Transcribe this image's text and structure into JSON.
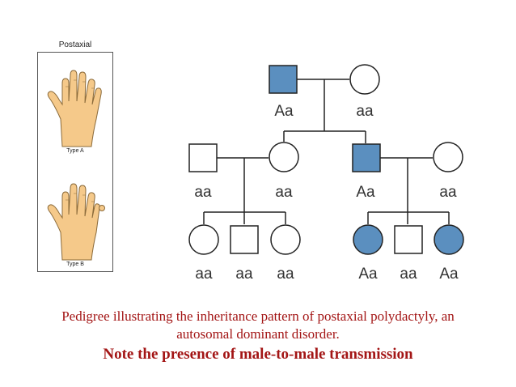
{
  "hand_panel": {
    "title": "Postaxial",
    "type_a_label": "Type A",
    "type_b_label": "Type B",
    "skin_color": "#f5c98a"
  },
  "pedigree": {
    "affected_color": "#5b8fbf",
    "gen1": {
      "father_genotype": "Aa",
      "mother_genotype": "aa"
    },
    "gen2": {
      "left_husband_genotype": "aa",
      "left_daughter_genotype": "aa",
      "right_son_genotype": "Aa",
      "right_wife_genotype": "aa"
    },
    "gen3": {
      "left_daughter1_genotype": "aa",
      "left_son_genotype": "aa",
      "left_daughter2_genotype": "aa",
      "right_daughter1_genotype": "Aa",
      "right_son_genotype": "aa",
      "right_daughter2_genotype": "Aa"
    }
  },
  "caption": {
    "line1": "Pedigree illustrating the inheritance pattern of postaxial polydactyly, an",
    "line2": "autosomal dominant disorder.",
    "line3": "Note the presence of male-to-male transmission"
  }
}
